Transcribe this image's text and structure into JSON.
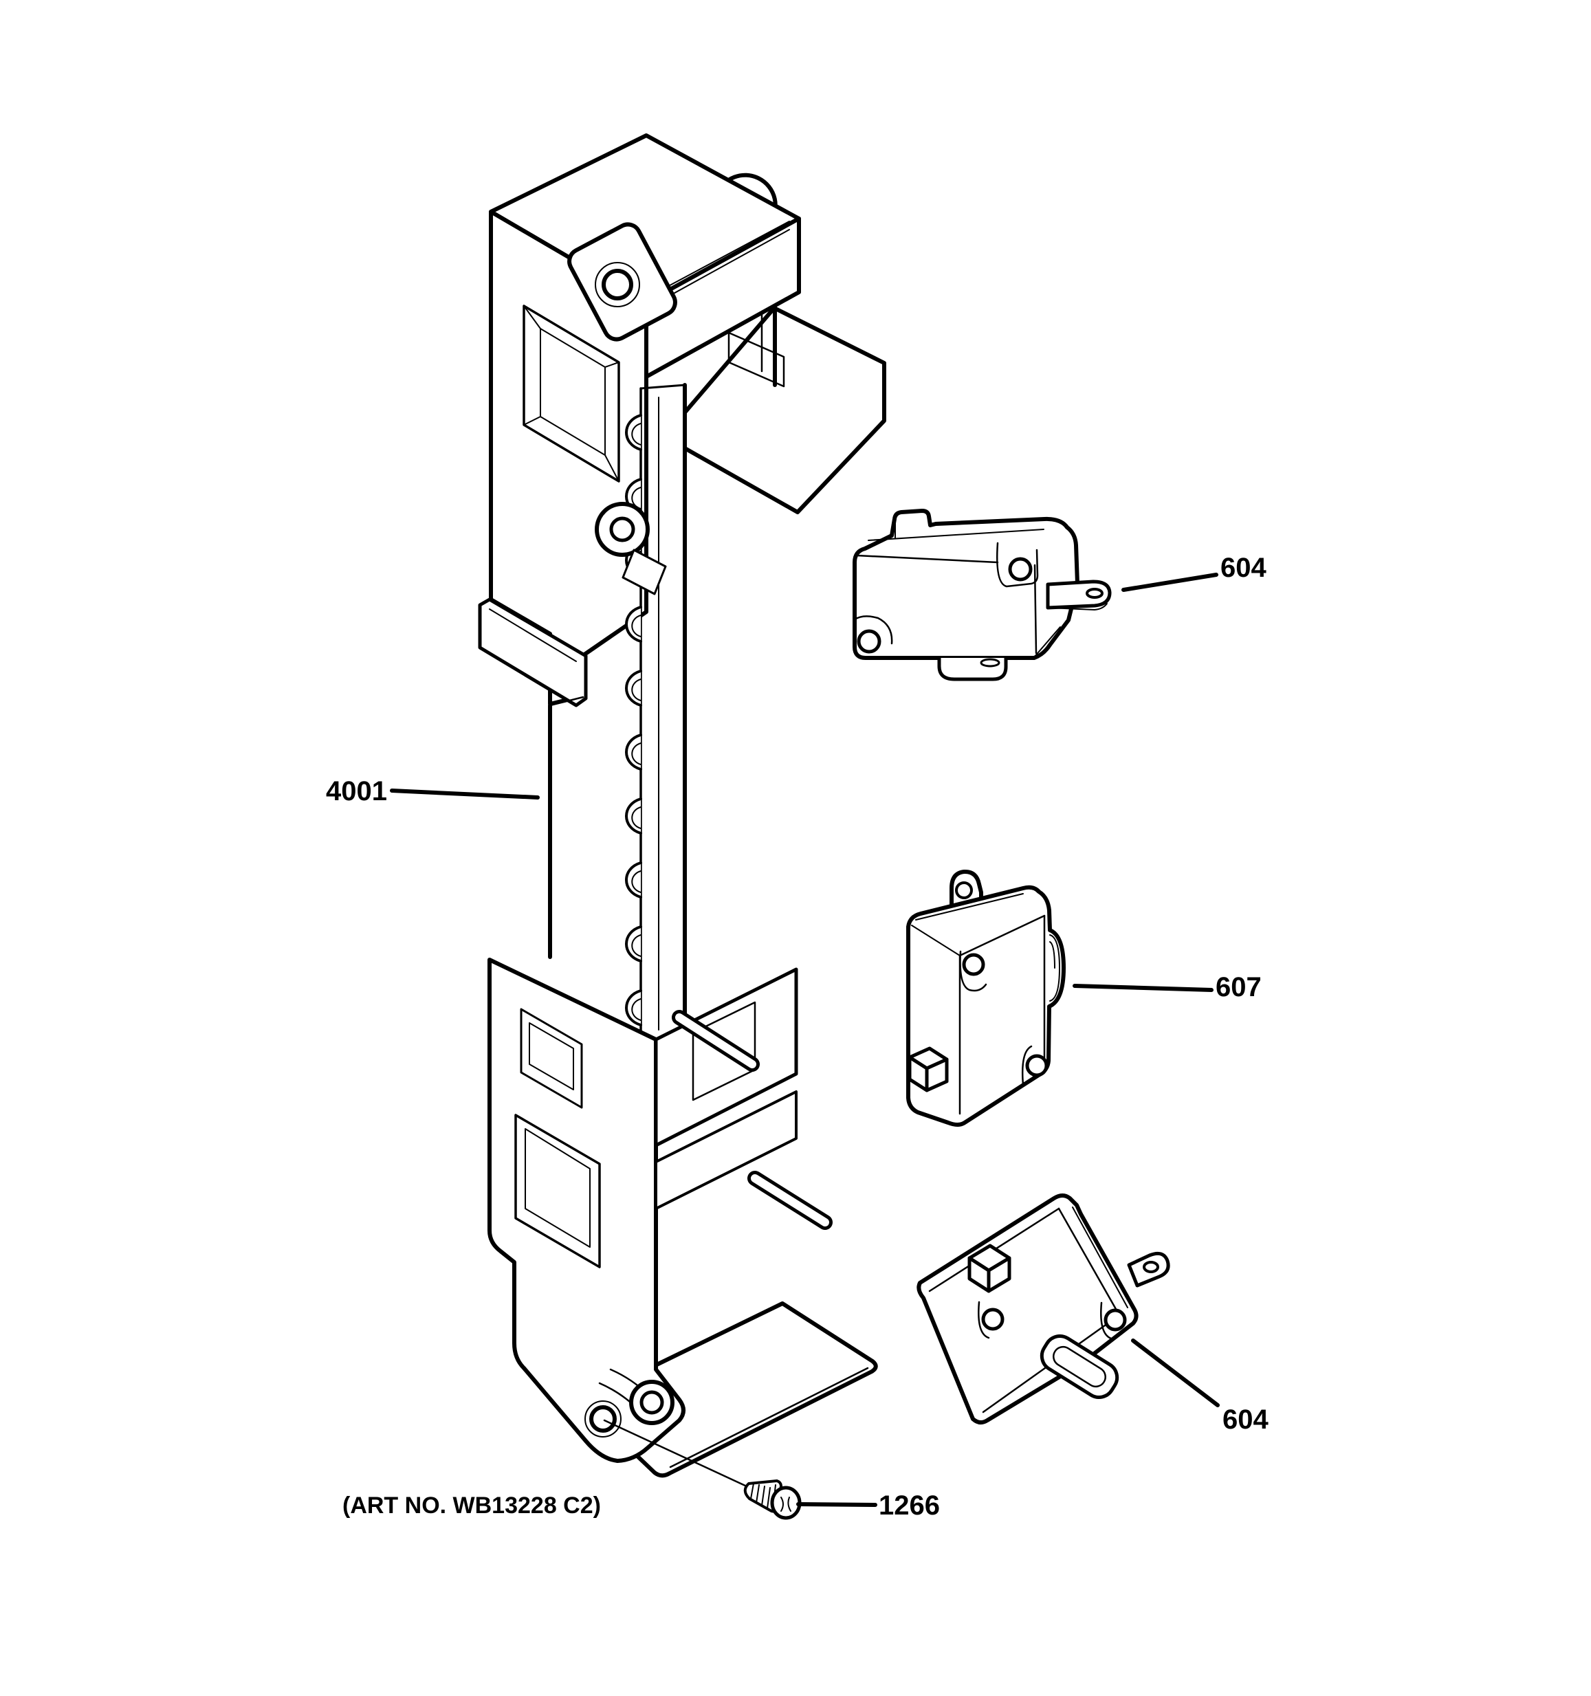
{
  "diagram": {
    "background_color": "#ffffff",
    "line_color": "#000000",
    "art_no": "(ART NO. WB13228 C2)",
    "labels": {
      "latch_body": "4001",
      "switch_top": "604",
      "switch_middle": "607",
      "switch_bottom": "604",
      "screw": "1266"
    }
  }
}
